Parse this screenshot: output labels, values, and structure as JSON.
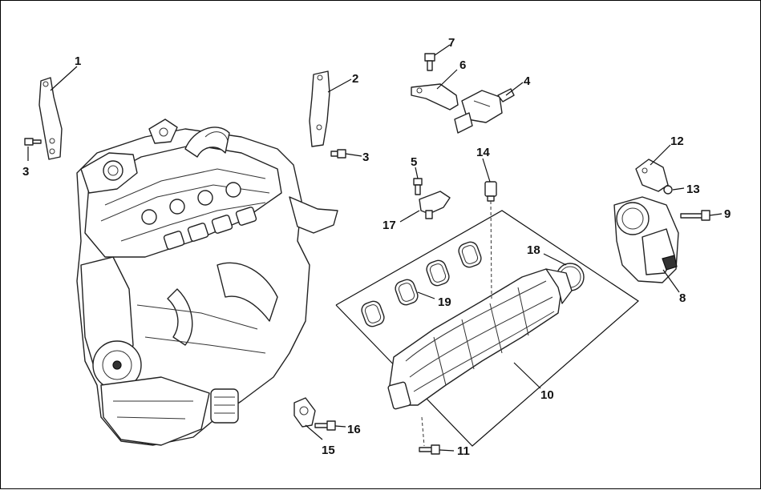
{
  "callouts": [
    {
      "id": "c1",
      "label": "1"
    },
    {
      "id": "c2",
      "label": "2"
    },
    {
      "id": "c3a",
      "label": "3"
    },
    {
      "id": "c3b",
      "label": "3"
    },
    {
      "id": "c4",
      "label": "4"
    },
    {
      "id": "c5",
      "label": "5"
    },
    {
      "id": "c6",
      "label": "6"
    },
    {
      "id": "c7",
      "label": "7"
    },
    {
      "id": "c8",
      "label": "8"
    },
    {
      "id": "c9",
      "label": "9"
    },
    {
      "id": "c10",
      "label": "10"
    },
    {
      "id": "c11",
      "label": "11"
    },
    {
      "id": "c12",
      "label": "12"
    },
    {
      "id": "c13",
      "label": "13"
    },
    {
      "id": "c14",
      "label": "14"
    },
    {
      "id": "c15",
      "label": "15"
    },
    {
      "id": "c16",
      "label": "16"
    },
    {
      "id": "c17",
      "label": "17"
    },
    {
      "id": "c18",
      "label": "18"
    },
    {
      "id": "c19",
      "label": "19"
    }
  ]
}
